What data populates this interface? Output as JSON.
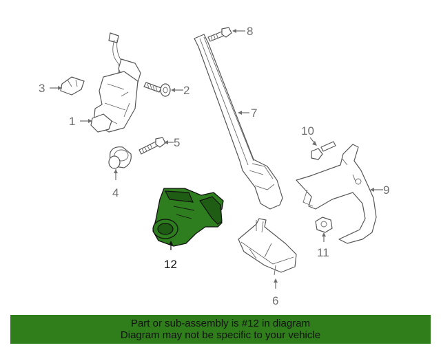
{
  "diagram": {
    "callouts": {
      "c1": "1",
      "c2": "2",
      "c3": "3",
      "c4": "4",
      "c5": "5",
      "c6": "6",
      "c7": "7",
      "c8": "8",
      "c9": "9",
      "c10": "10",
      "c11": "11",
      "c12": "12"
    },
    "selected_part": "12",
    "colors": {
      "selected_fill": "#2e7d1e",
      "banner": "#2f7d1b",
      "lines": "#555555"
    }
  },
  "banner": {
    "line1": "Part or sub-assembly is #12 in diagram",
    "line2": "Diagram may not be specific to your vehicle"
  }
}
